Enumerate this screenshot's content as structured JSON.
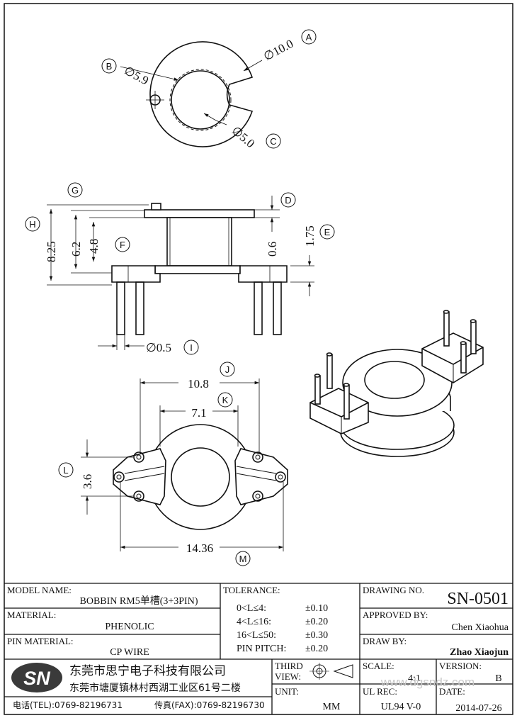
{
  "drawing": {
    "top_view": {
      "dims": {
        "A": "∅10.0",
        "B": "∅5.9",
        "C": "∅5.0"
      },
      "bubbles": [
        "A",
        "B",
        "C"
      ]
    },
    "side_view": {
      "dims": {
        "H": "8.25",
        "G": "6.2",
        "F": "4.8",
        "D": "0.6",
        "E": "1.75",
        "I": "∅0.5"
      },
      "bubbles": [
        "G",
        "H",
        "F",
        "D",
        "E",
        "I"
      ]
    },
    "bottom_view": {
      "dims": {
        "J": "10.8",
        "K": "7.1",
        "L": "3.6",
        "M": "14.36"
      },
      "bubbles": [
        "J",
        "K",
        "L",
        "M"
      ]
    }
  },
  "title_block": {
    "model_name_label": "MODEL NAME:",
    "model_name": "BOBBIN RM5单槽(3+3PIN)",
    "material_label": "MATERIAL:",
    "material": "PHENOLIC",
    "pin_material_label": "PIN MATERIAL:",
    "pin_material": "CP WIRE",
    "tolerance_label": "TOLERANCE:",
    "tolerances": [
      {
        "range": "0<L≤4:",
        "value": "±0.10"
      },
      {
        "range": "4<L≤16:",
        "value": "±0.20"
      },
      {
        "range": "16<L≤50:",
        "value": "±0.30"
      },
      {
        "range": "PIN PITCH:",
        "value": "±0.20"
      }
    ],
    "drawing_no_label": "DRAWING NO.",
    "drawing_no": "SN-0501",
    "approved_by_label": "APPROVED BY:",
    "approved_by": "Chen Xiaohua",
    "draw_by_label": "DRAW BY:",
    "draw_by": "Zhao Xiaojun",
    "logo_text": "SN",
    "company_name": "东莞市思宁电子科技有限公司",
    "company_address": "东莞市塘厦镇林村西湖工业区61号二楼",
    "tel": "电话(TEL):0769-82196731",
    "fax": "传真(FAX):0769-82196730",
    "third_view_label_1": "THIRD",
    "third_view_label_2": "VIEW:",
    "unit_label": "UNIT:",
    "unit": "MM",
    "scale_label": "SCALE:",
    "scale": "4:1",
    "version_label": "VERSION:",
    "version": "B",
    "ul_rec_label": "UL REC:",
    "ul_rec": "UL94 V-0",
    "date_label": "DATE:",
    "date": "2014-07-26",
    "watermark": "www.dgsndz.com"
  }
}
